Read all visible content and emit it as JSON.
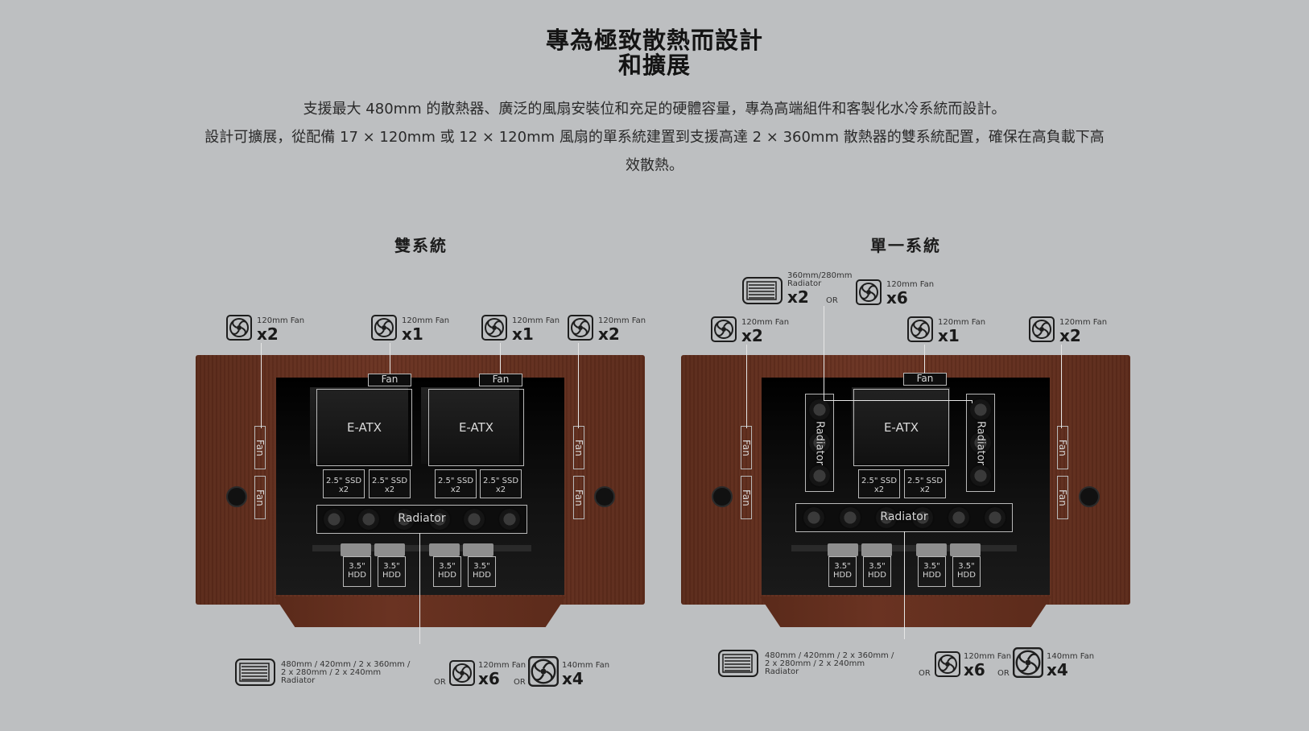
{
  "header": {
    "title_line1": "專為極致散熱而設計",
    "title_line2": "和擴展",
    "desc_line1": "支援最大 480mm 的散熱器、廣泛的風扇安裝位和充足的硬體容量，專為高端組件和客製化水冷系統而設計。",
    "desc_line2": "設計可擴展，從配備 17 × 120mm 或 12 × 120mm 風扇的單系統建置到支援高達 2 × 360mm 散熱器的雙系統配置，確保在高負載下高",
    "desc_line3": "效散熱。"
  },
  "dual": {
    "heading": "雙系統",
    "top_specs": [
      {
        "label": "120mm Fan",
        "count": "x2"
      },
      {
        "label": "120mm Fan",
        "count": "x1"
      },
      {
        "label": "120mm Fan",
        "count": "x1"
      },
      {
        "label": "120mm Fan",
        "count": "x2"
      }
    ],
    "inner": {
      "fan": "Fan",
      "eatx": "E-ATX",
      "ssd": "2.5\" SSD",
      "ssd_count": "x2",
      "radiator": "Radiator",
      "hdd1": "3.5\"",
      "hdd2": "HDD"
    },
    "bottom": {
      "radiator_line1": "480mm / 420mm / 2 x 360mm /",
      "radiator_line2": "2 x 280mm / 2 x 240mm",
      "radiator_line3": "Radiator",
      "or": "OR",
      "fan120_label": "120mm Fan",
      "fan120_count": "x6",
      "fan140_label": "140mm Fan",
      "fan140_count": "x4"
    }
  },
  "single": {
    "heading": "單一系統",
    "radiator_top_line1": "360mm/280mm",
    "radiator_top_line2": "Radiator",
    "radiator_top_count": "x2",
    "or": "OR",
    "fan_top_label": "120mm Fan",
    "fan_top_count": "x6",
    "top_specs": [
      {
        "label": "120mm Fan",
        "count": "x2"
      },
      {
        "label": "120mm Fan",
        "count": "x1"
      },
      {
        "label": "120mm Fan",
        "count": "x2"
      }
    ],
    "inner": {
      "fan": "Fan",
      "eatx": "E-ATX",
      "radiator": "Radiator",
      "ssd": "2.5\" SSD",
      "ssd_count": "x2",
      "hdd1": "3.5\"",
      "hdd2": "HDD"
    },
    "bottom": {
      "radiator_line1": "480mm / 420mm / 2 x 360mm /",
      "radiator_line2": "2 x 280mm / 2 x 240mm",
      "radiator_line3": "Radiator",
      "or": "OR",
      "fan120_label": "120mm Fan",
      "fan120_count": "x6",
      "fan140_label": "140mm Fan",
      "fan140_count": "x4"
    }
  },
  "colors": {
    "background": "#bdbfc1",
    "wood": "#6a3322",
    "label_outline": "#b9b9b9"
  }
}
